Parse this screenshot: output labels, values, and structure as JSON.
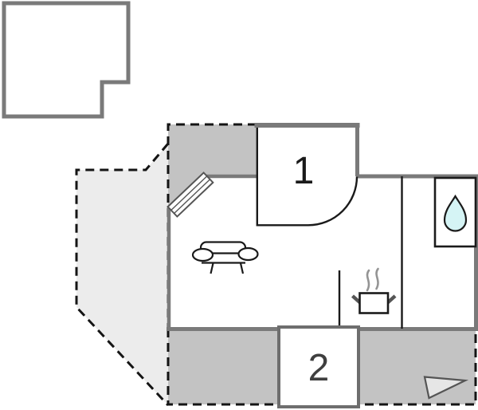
{
  "plan": {
    "type": "holiday-home floor plan",
    "rooms": [
      {
        "id": "room-1",
        "label": "1"
      },
      {
        "id": "room-2",
        "label": "2"
      }
    ],
    "icons": [
      "door-icon",
      "sofa-icon",
      "cooking-pot-icon",
      "steam-icon",
      "water-drop-icon",
      "direction-triangle-icon"
    ]
  },
  "colors": {
    "wall-gray": "#7a7a7a",
    "line-black": "#1a1a1a",
    "dash-black": "#141414",
    "terrace-light": "#ececec",
    "terrace-dark": "#c3c3c3",
    "water-cyan": "#d5f4f5",
    "icon-gray": "#555555",
    "steam-gray": "#949494",
    "triangle-fill": "#e6e6e6",
    "room2-border": "#6e6e6e",
    "room2-label": "#3f3f3f"
  }
}
